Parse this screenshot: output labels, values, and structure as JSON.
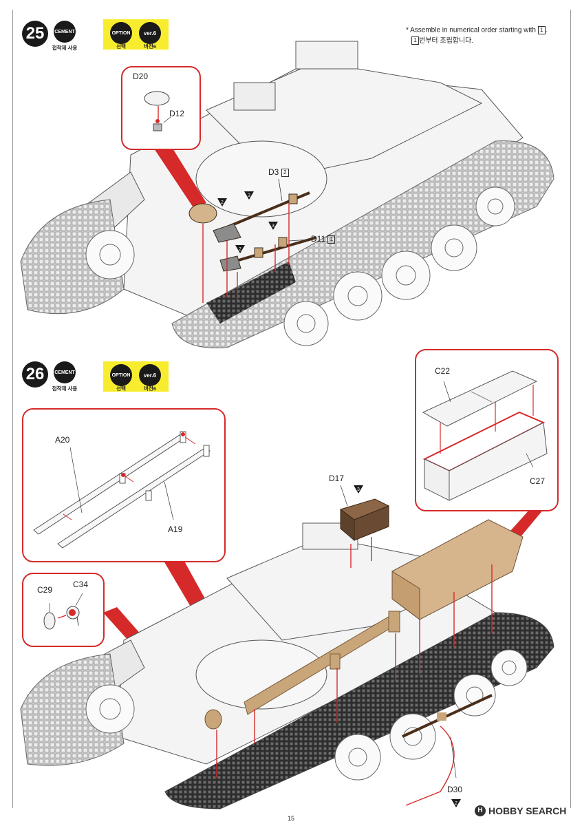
{
  "page": {
    "number": "15"
  },
  "instruction_note": {
    "line1": "* Assemble in numerical order starting with",
    "line1_num": "1",
    "line1_end": ".",
    "line2_num": "1",
    "line2": "번부터 조립합니다."
  },
  "steps": [
    {
      "number": "25",
      "cement_badge": "CEMENT",
      "cement_label": "접착제 사용",
      "option_badge": "OPTION",
      "option_label": "선택",
      "version_badge": "ver.6",
      "version_label": "버전6",
      "parts": {
        "d20": "D20",
        "d12": "D12",
        "d3": "D3",
        "d3_num": "2",
        "d11": "D11",
        "d11_num": "1"
      },
      "markers": {
        "m2a": "2",
        "m3a": "3",
        "m3b": "3",
        "m2b": "2"
      }
    },
    {
      "number": "26",
      "cement_badge": "CEMENT",
      "cement_label": "접착제 사용",
      "option_badge": "OPTION",
      "option_label": "선택",
      "version_badge": "ver.6",
      "version_label": "버전6",
      "parts": {
        "a20": "A20",
        "a19": "A19",
        "c22": "C22",
        "c27": "C27",
        "d17": "D17",
        "c29": "C29",
        "c34": "C34",
        "d30": "D30"
      },
      "markers": {
        "m3": "3",
        "m2": "2"
      }
    }
  ],
  "watermark": {
    "symbol": "H",
    "text": "HOBBY SEARCH"
  },
  "colors": {
    "callout": "#d62a2a",
    "option_bg": "#f7ed2e",
    "part_tan": "#c9a57a",
    "part_brown": "#6b4a33",
    "track": "#3a3a3a"
  }
}
